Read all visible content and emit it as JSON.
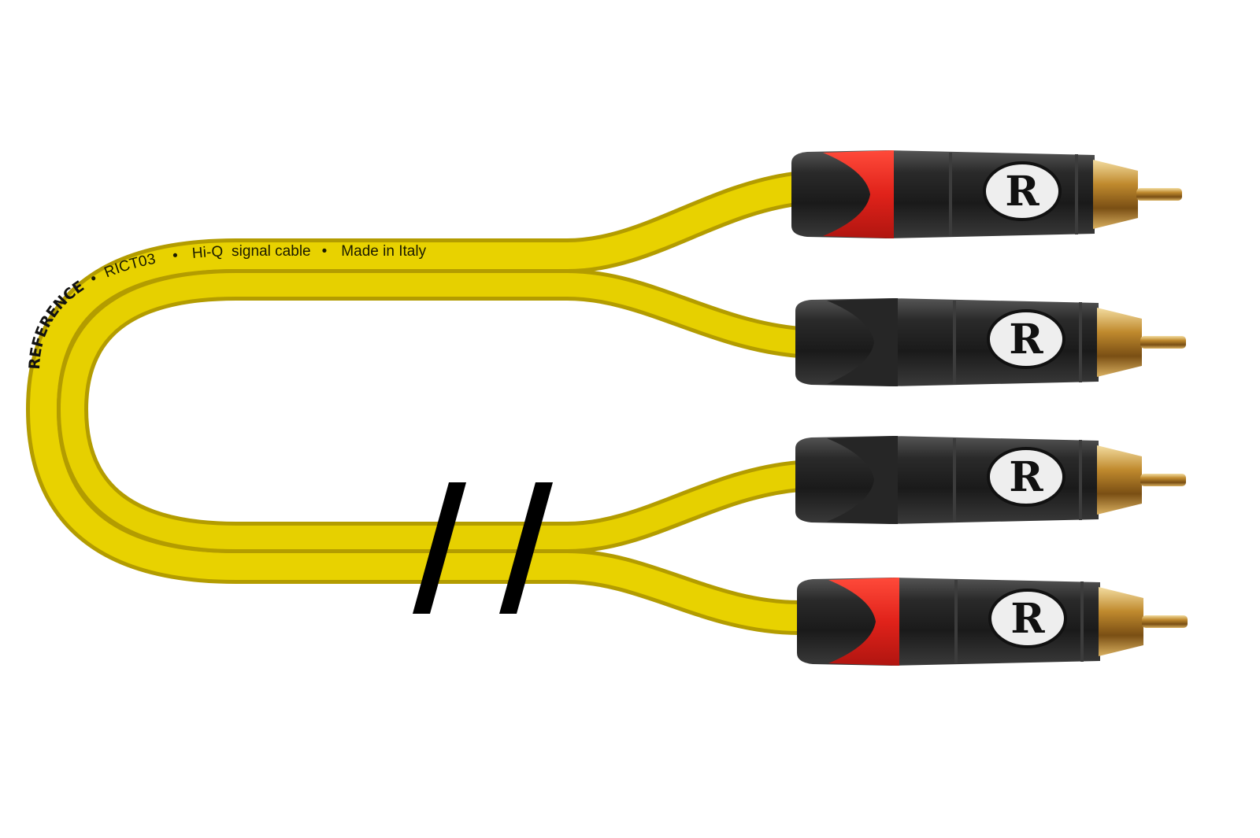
{
  "product": {
    "cable_print": {
      "brand": "REFERENCE",
      "model": "RICT03",
      "description": "Hi-Q  signal cable",
      "origin": "Made in Italy",
      "separator": "•"
    },
    "connector_logo": "R",
    "colors": {
      "cable": "#e8d200",
      "cable_shadow": "#b8a000",
      "connector_body": "#1e1e1e",
      "red_boot": "#e8251c",
      "gold_tip": "#c99a3a",
      "break_mark": "#000000"
    }
  }
}
